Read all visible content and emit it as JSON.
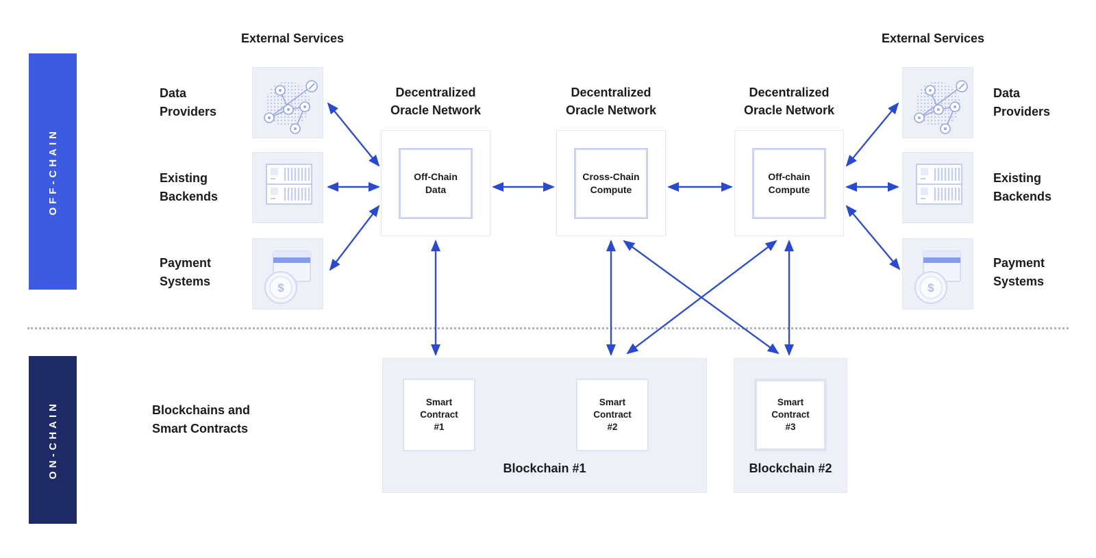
{
  "bands": {
    "offchain": "OFF-CHAIN",
    "onchain": "ON-CHAIN"
  },
  "external_services": {
    "heading": "External Services"
  },
  "services": [
    {
      "id": "data-providers",
      "label": "Data\nProviders",
      "icon": "network-globe-icon"
    },
    {
      "id": "existing-backends",
      "label": "Existing\nBackends",
      "icon": "server-rack-icon"
    },
    {
      "id": "payment-systems",
      "label": "Payment\nSystems",
      "icon": "payment-card-icon"
    }
  ],
  "oracle_networks": [
    {
      "title": "Decentralized\nOracle Network",
      "function": "Off-Chain\nData"
    },
    {
      "title": "Decentralized\nOracle Network",
      "function": "Cross-Chain\nCompute"
    },
    {
      "title": "Decentralized\nOracle Network",
      "function": "Off-chain\nCompute"
    }
  ],
  "onchain_section": {
    "label": "Blockchains and\nSmart Contracts"
  },
  "blockchains": [
    {
      "label": "Blockchain #1",
      "contracts": [
        "Smart\nContract\n#1",
        "Smart\nContract\n#2"
      ]
    },
    {
      "label": "Blockchain #2",
      "contracts": [
        "Smart\nContract\n#3"
      ]
    }
  ],
  "icons": {
    "dollar_glyph": "$"
  },
  "colors": {
    "band_offchain": "#3c5be0",
    "band_onchain": "#1e2a66",
    "arrow_blue": "#2f4cc6",
    "card_background": "#eef0f8",
    "inner_border": "#cbd4f1",
    "dotted_divider": "#a8b1c6"
  }
}
